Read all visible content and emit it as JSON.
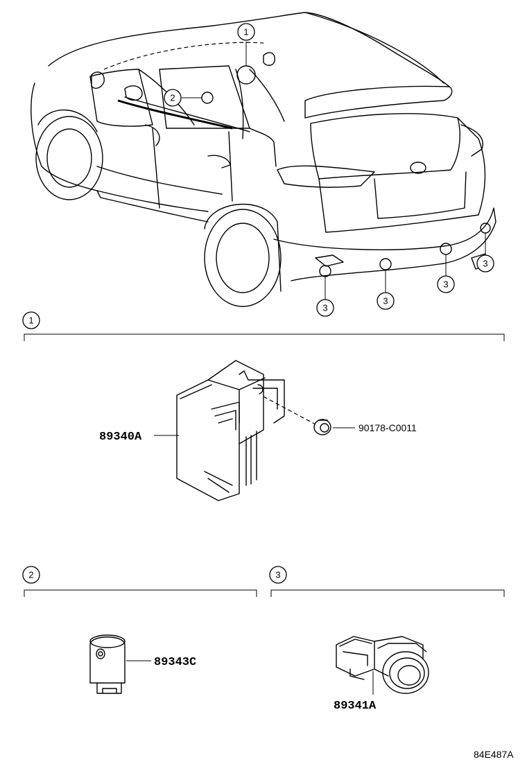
{
  "diagram": {
    "callouts": {
      "c1": "1",
      "c2": "2",
      "c3": "3"
    },
    "parts": {
      "computer": "89340A",
      "clip": "90178-C0011",
      "buzzer": "89343C",
      "sensor": "89341A"
    },
    "illustration_code": "84E487A"
  }
}
